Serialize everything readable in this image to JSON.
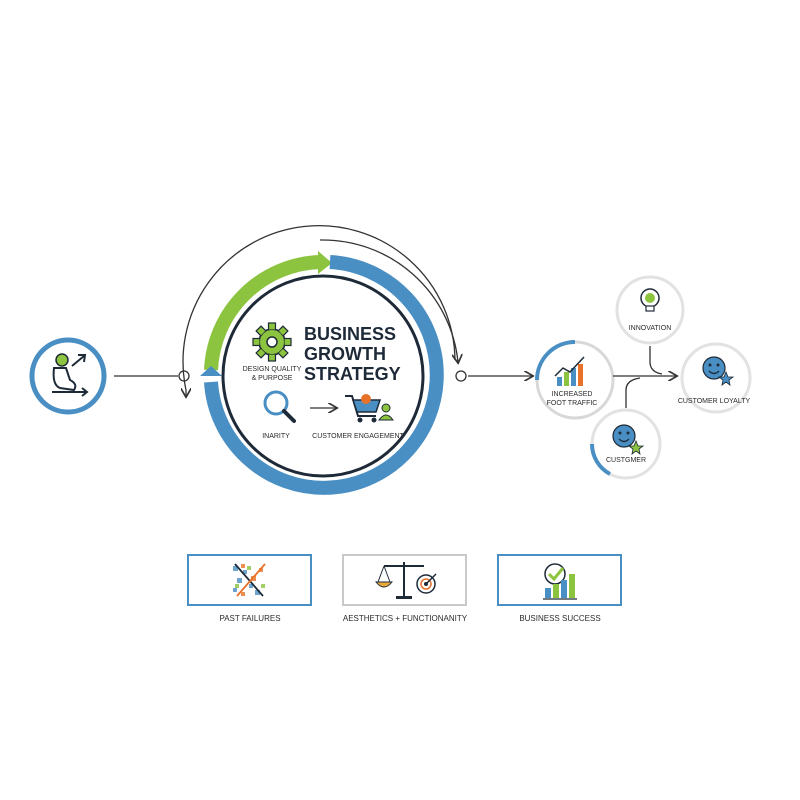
{
  "center": {
    "title_lines": [
      "BUSINESS",
      "GROWTH",
      "STRATEGY"
    ],
    "design_label_lines": [
      "DESIGN QUALITY",
      "& PURPOSE"
    ],
    "clarity_label": "INARITY",
    "engagement_label": "CUSTOMER ENGAGEMENT"
  },
  "outcomes": {
    "traffic_lines": [
      "INCREASED",
      "FOOT TRAFFIC"
    ],
    "innovation_label": "INNOVATION",
    "loyalty_label": "CUSTOMER LOYALTY",
    "customer_label": "CUSTGMER"
  },
  "bottom": {
    "past_failures": "PAST FAILURES",
    "aesthetics": "AESTHETICS + FUNCTIONANITY",
    "success": "BUSINESS SUCCESS"
  },
  "icons": {
    "entry": "footprint-arrow-icon",
    "gear": "gear-icon",
    "magnifier": "magnifier-icon",
    "cart": "shopping-cart-icon",
    "bar_chart": "bar-chart-icon",
    "lightbulb": "lightbulb-icon",
    "smiley": "smiley-star-icon",
    "scale": "balance-scale-icon",
    "success": "checkmark-chart-icon"
  },
  "colors": {
    "blue": "#4a8fc4",
    "green": "#8cc43f",
    "orange": "#e8722a",
    "dark": "#1e2a38"
  }
}
